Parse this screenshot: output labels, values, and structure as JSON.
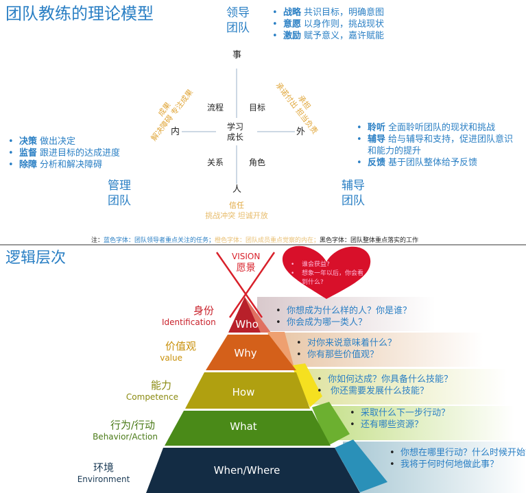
{
  "top": {
    "title": "团队教练的理论模型",
    "lead_team": {
      "line1": "领导",
      "line2": "团队",
      "items": [
        {
          "key": "战略",
          "text": "共识目标，明确意图"
        },
        {
          "key": "意愿",
          "text": "以身作则，挑战现状"
        },
        {
          "key": "激励",
          "text": "赋予意义，嘉许赋能"
        }
      ]
    },
    "manage_team": {
      "line1": "管理",
      "line2": "团队",
      "items": [
        {
          "key": "决策",
          "text": "做出决定"
        },
        {
          "key": "监督",
          "text": "跟进目标的达成进度"
        },
        {
          "key": "除障",
          "text": "分析和解决障碍"
        }
      ]
    },
    "coach_team": {
      "line1": "辅导",
      "line2": "团队",
      "items": [
        {
          "key": "聆听",
          "text": "全面聆听团队的现状和挑战"
        },
        {
          "key": "辅导",
          "text": "给与辅导和支持，促进团队意识和能力的提升"
        },
        {
          "key": "反馈",
          "text": "基于团队整体给予反馈"
        }
      ]
    },
    "axes": {
      "top": "事",
      "bottom": "人",
      "left": "内",
      "right": "外"
    },
    "center": {
      "line1": "学习",
      "line2": "成长"
    },
    "quadrants": {
      "tl": "流程",
      "tr": "目标",
      "bl": "关系",
      "br": "角色"
    },
    "gold_left": {
      "line1": "成果",
      "line2": "解决障碍 专注成果"
    },
    "gold_right": {
      "line1": "承担",
      "line2": "承诺付出 担当负责"
    },
    "gold_bottom": {
      "line1": "信任",
      "line2": "挑战冲突 坦诚开放"
    },
    "note": {
      "prefix": "注：",
      "blue": "蓝色字体：团队领导者重点关注的任务；",
      "orange": "橙色字体：团队成员重点觉察的内在；",
      "black": "黑色字体：团队整体重点落实的工作"
    }
  },
  "bottom": {
    "title": "逻辑层次",
    "vision": {
      "en": "VISION",
      "cn": "愿景"
    },
    "heart": [
      "谁会获益?",
      "想象一年以后，你会看到什么?"
    ],
    "levels": [
      {
        "cn": "身份",
        "en": "Identification",
        "word": "Who",
        "q": [
          "你想成为什么样的人？你是谁？",
          "你会成为哪一类人？"
        ],
        "color": "#c0282a"
      },
      {
        "cn": "价值观",
        "en": "value",
        "word": "Why",
        "q": [
          "对你来说意味着什么？",
          "你有那些价值观？"
        ],
        "color": "#d97a1a"
      },
      {
        "cn": "能力",
        "en": "Competence",
        "word": "How",
        "q": [
          "你如何达成？你具备什么技能？",
          "你还需要发展什么技能？"
        ],
        "color": "#b8a418"
      },
      {
        "cn": "行为/行动",
        "en": "Behavior/Action",
        "word": "What",
        "q": [
          "采取什么下一步行动？",
          "还有哪些资源？"
        ],
        "color": "#5e9a1e"
      },
      {
        "cn": "环境",
        "en": "Environment",
        "word": "When/Where",
        "q": [
          "你想在哪里行动？什么时候开始？",
          "我将于何时何地做此事？"
        ],
        "color": "#1a3a55"
      }
    ]
  }
}
